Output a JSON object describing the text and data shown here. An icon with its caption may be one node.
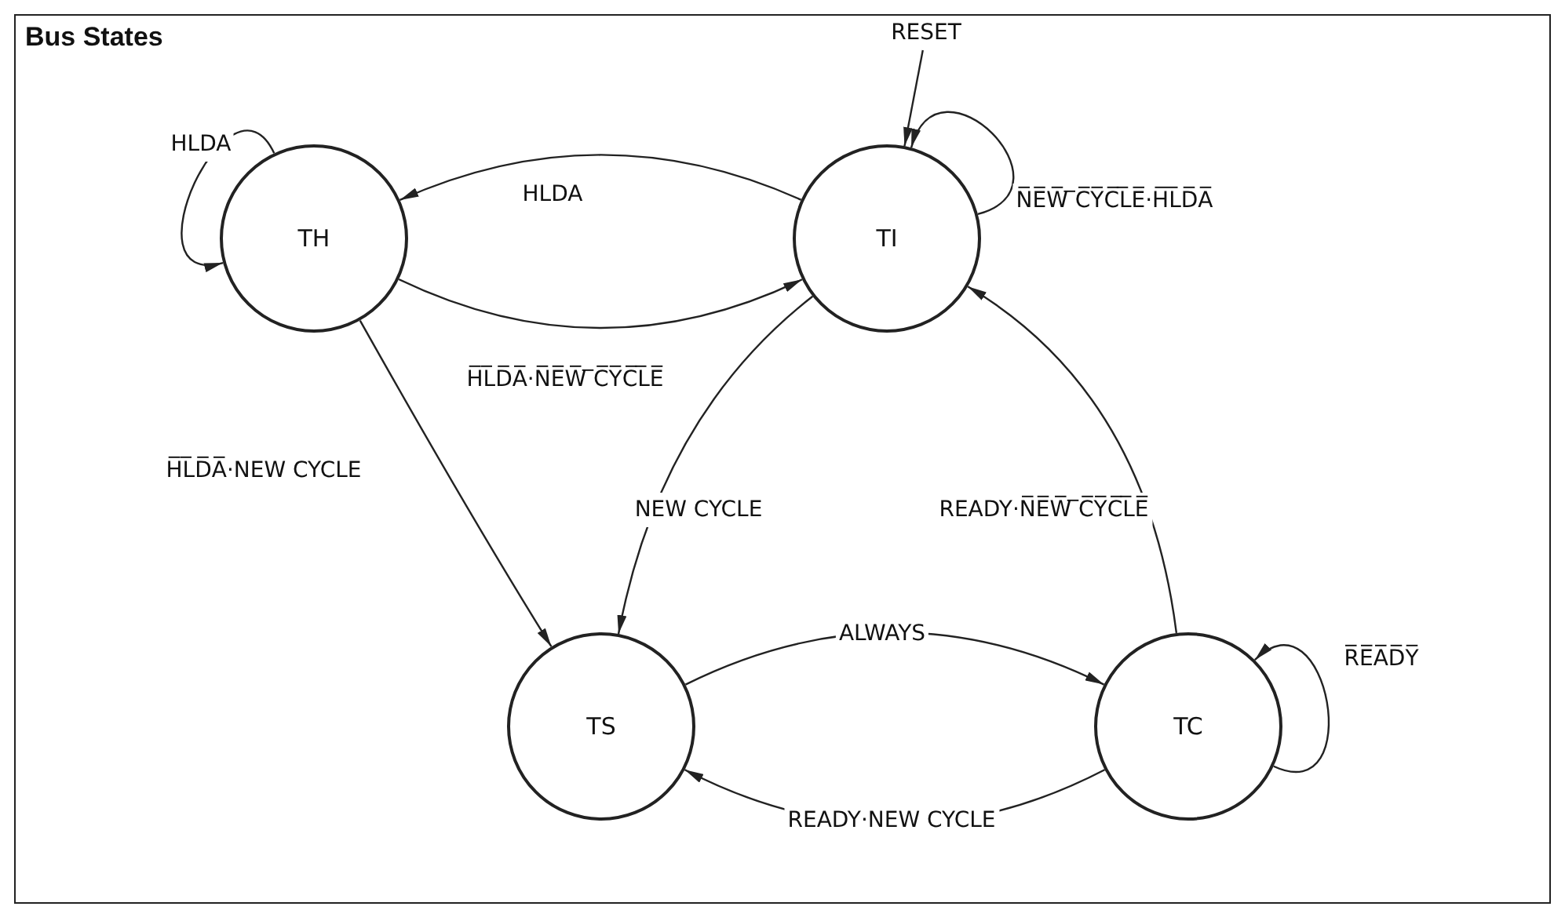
{
  "diagram": {
    "title": "Bus States",
    "nodes": [
      {
        "text": [
          "TH"
        ]
      },
      {
        "text": [
          "TI"
        ]
      },
      {
        "text": [
          "TS"
        ]
      },
      {
        "text": [
          "TC"
        ]
      },
      {
        "text": [
          "RESET"
        ]
      }
    ],
    "edges": [
      {
        "from": 0,
        "to": 0,
        "arrow": "to",
        "label": "HLDA"
      },
      {
        "from": 1,
        "to": 0,
        "arrow": "to",
        "label": "HLDA"
      },
      {
        "from": 0,
        "to": 1,
        "arrow": "to",
        "label": "H̅L̅D̅A̅·N̅E̅W̅ ̅C̅Y̅C̅L̅E̅"
      },
      {
        "from": 4,
        "to": 1,
        "arrow": "to"
      },
      {
        "from": 1,
        "to": 1,
        "arrow": "to",
        "label": "N̅E̅W̅ ̅C̅Y̅C̅L̅E̅·H̅L̅D̅A̅"
      },
      {
        "from": 0,
        "to": 2,
        "arrow": "to",
        "label": "H̅L̅D̅A̅·NEW CYCLE"
      },
      {
        "from": 1,
        "to": 2,
        "arrow": "to",
        "label": "NEW CYCLE"
      },
      {
        "from": 3,
        "to": 1,
        "arrow": "to",
        "label": "READY·N̅E̅W̅ ̅C̅Y̅C̅L̅E̅"
      },
      {
        "from": 2,
        "to": 3,
        "arrow": "to",
        "label": "ALWAYS"
      },
      {
        "from": 3,
        "to": 2,
        "arrow": "to",
        "label": "READY·NEW CYCLE"
      },
      {
        "from": 3,
        "to": 3,
        "arrow": "to",
        "label": "R̅E̅A̅D̅Y̅"
      }
    ]
  }
}
